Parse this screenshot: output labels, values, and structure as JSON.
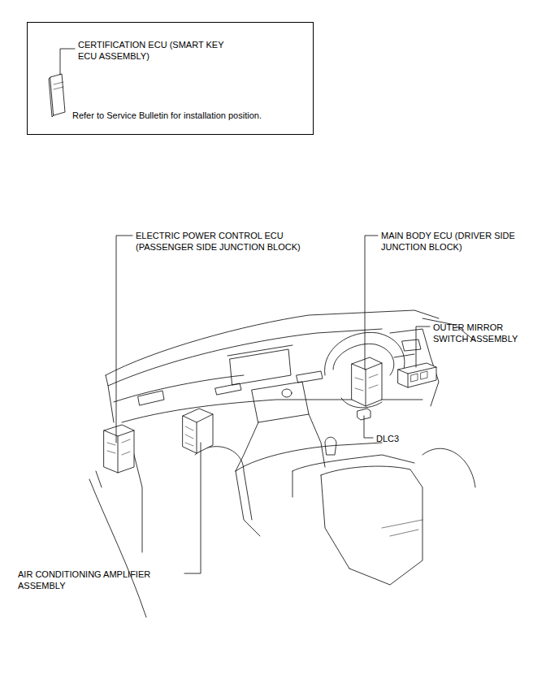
{
  "diagram": {
    "nodes": [
      {
        "text": [
          "CERTIFICATION ECU (SMART KEY ECU ASSEMBLY)",
          "Refer to Service Bulletin for installation position."
        ]
      }
    ],
    "labels": [
      "ELECTRIC POWER CONTROL ECU (PASSENGER SIDE JUNCTION BLOCK)",
      "MAIN BODY ECU (DRIVER SIDE JUNCTION BLOCK)",
      "OUTER MIRROR SWITCH ASSEMBLY",
      "DLC3",
      "AIR CONDITIONING AMPLIFIER ASSEMBLY"
    ]
  }
}
